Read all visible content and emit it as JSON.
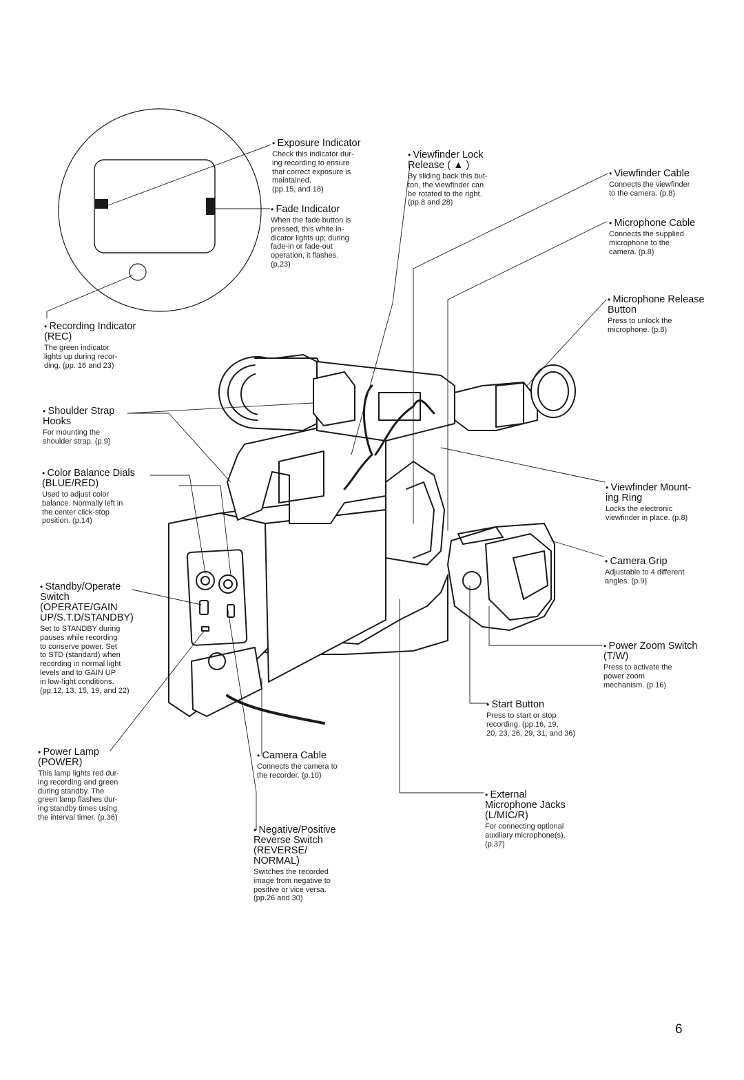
{
  "page_number": "6",
  "callouts": {
    "exposure_indicator": {
      "title": "Exposure Indicator",
      "desc": "Check this indicator dur-\ning recording to ensure\nthat correct exposure is\nmaintained.\n(pp.15, and 18)"
    },
    "fade_indicator": {
      "title": "Fade Indicator",
      "desc": "When the fade button is\npressed, this white in-\ndicator lights up; during\nfade-in or fade-out\noperation, it flashes.\n(p.23)"
    },
    "viewfinder_lock_release": {
      "title": "Viewfinder Lock\nRelease ( ▲ )",
      "desc": "By sliding back this but-\nton, the viewfinder can\nbe rotated to the right.\n(pp.8 and 28)"
    },
    "viewfinder_cable": {
      "title": "Viewfinder Cable",
      "desc": "Connects the viewfinder\nto the camera. (p.8)"
    },
    "microphone_cable": {
      "title": "Microphone Cable",
      "desc": "Connects the supplied\nmicrophone to the\ncamera. (p.8)"
    },
    "microphone_release_button": {
      "title": "Microphone Release\nButton",
      "desc": "Press to unlock the\nmicrophone. (p.8)"
    },
    "recording_indicator": {
      "title": "Recording Indicator\n(REC)",
      "desc": "The green indicator\nlights up during recor-\nding. (pp. 16 and 23)"
    },
    "shoulder_strap_hooks": {
      "title": "Shoulder Strap\nHooks",
      "desc": "For mounting the\nshoulder strap. (p.9)"
    },
    "color_balance_dials": {
      "title": "Color Balance Dials\n(BLUE/RED)",
      "desc": "Used to adjust color\nbalance. Normally left in\nthe center click-stop\nposition. (p.14)"
    },
    "viewfinder_mounting_ring": {
      "title": "Viewfinder Mount-\ning Ring",
      "desc": "Locks the electronic\nviewfinder in place. (p.8)"
    },
    "camera_grip": {
      "title": "Camera Grip",
      "desc": "Adjustable to 4 different\nangles. (p.9)"
    },
    "standby_operate_switch": {
      "title": "Standby/Operate\nSwitch\n(OPERATE/GAIN\nUP/S.T.D/STANDBY)",
      "desc": "Set to STANDBY during\npauses while recording\nto conserve power. Set\nto STD (standard) when\nrecording in normal light\nlevels and to GAIN UP\nin low-light conditions.\n(pp.12, 13, 15, 19, and 22)"
    },
    "power_zoom_switch": {
      "title": "Power Zoom Switch\n(T/W)",
      "desc": "Press to activate the\npower zoom\nmechanism. (p.16)"
    },
    "start_button": {
      "title": "Start Button",
      "desc": "Press to start or stop\nrecording. (pp.16, 19,\n20, 23, 26, 29, 31, and 36)"
    },
    "power_lamp": {
      "title": "Power Lamp\n(POWER)",
      "desc": "This lamp lights red dur-\ning recording and green\nduring standby. The\ngreen lamp flashes dur-\ning standby times using\nthe interval timer. (p.36)"
    },
    "camera_cable": {
      "title": "Camera Cable",
      "desc": "Connects the camera to\nthe recorder. (p.10)"
    },
    "external_microphone_jacks": {
      "title": "External\nMicrophone Jacks\n(L/MIC/R)",
      "desc": "For connecting optional\nauxiliary microphone(s).\n(p.37)"
    },
    "negative_positive_switch": {
      "title": "Negative/Positive\nReverse Switch\n(REVERSE/\nNORMAL)",
      "desc": "Switches the recorded\nimage from negative to\npositive or vice versa.\n(pp.26 and 30)"
    }
  }
}
